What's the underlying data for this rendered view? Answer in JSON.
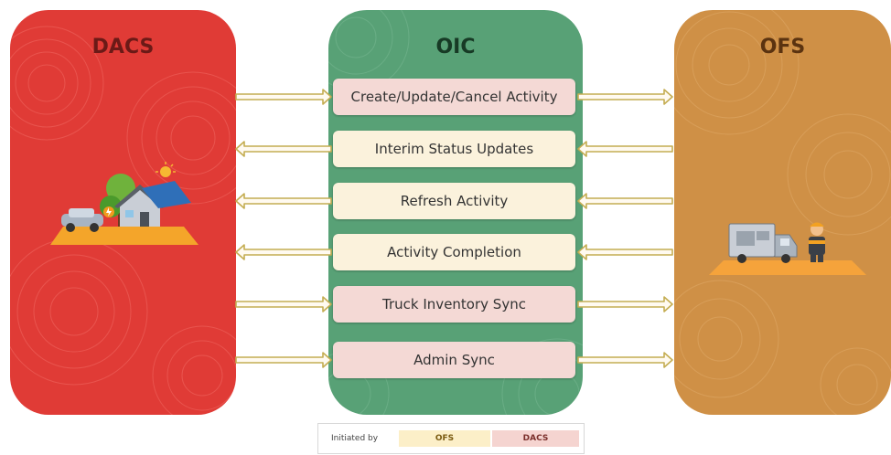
{
  "panels": {
    "left": {
      "title": "DACS"
    },
    "center": {
      "title": "OIC"
    },
    "right": {
      "title": "OFS"
    }
  },
  "flows": [
    {
      "label": "Create/Update/Cancel Activity",
      "initiated_by": "DACS",
      "direction": "right"
    },
    {
      "label": "Interim Status Updates",
      "initiated_by": "OFS",
      "direction": "left"
    },
    {
      "label": "Refresh Activity",
      "initiated_by": "OFS",
      "direction": "left"
    },
    {
      "label": "Activity Completion",
      "initiated_by": "OFS",
      "direction": "left"
    },
    {
      "label": "Truck Inventory Sync",
      "initiated_by": "DACS",
      "direction": "right"
    },
    {
      "label": "Admin Sync",
      "initiated_by": "DACS",
      "direction": "right"
    }
  ],
  "legend": {
    "label": "Initiated by",
    "ofs": "OFS",
    "dacs": "DACS"
  },
  "colors": {
    "dacs_panel": "#e03b36",
    "oic_panel": "#58a176",
    "ofs_panel": "#cf9046",
    "box_dacs": "#f4d9d5",
    "box_ofs": "#fbf2dc",
    "arrow": "#c4ad52"
  },
  "icons": {
    "left": "house-with-solar-and-ev-icon",
    "right": "service-truck-and-technician-icon"
  }
}
